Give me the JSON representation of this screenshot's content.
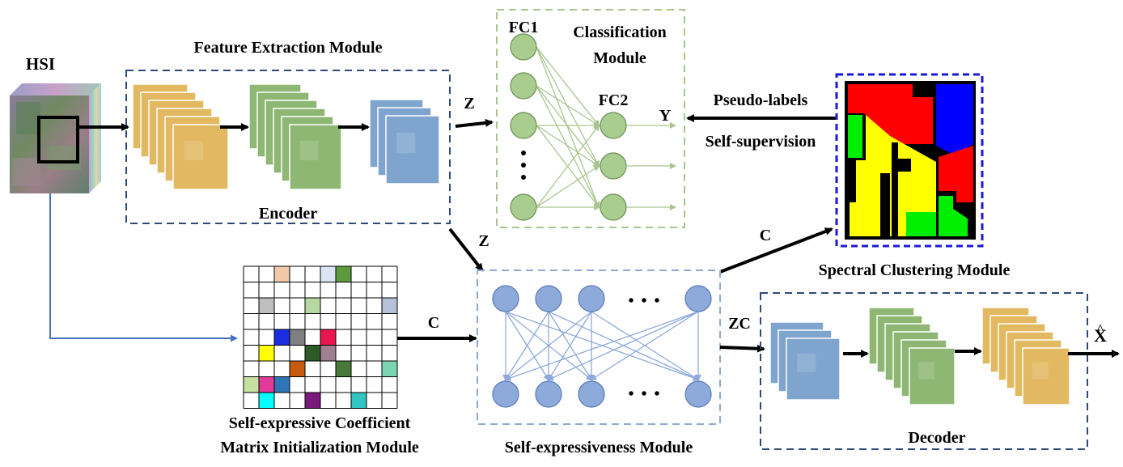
{
  "labels": {
    "hsi": "HSI",
    "feature_extraction": "Feature Extraction Module",
    "encoder": "Encoder",
    "classification_1": "Classification",
    "classification_2": "Module",
    "fc1": "FC1",
    "fc2": "FC2",
    "y": "Y",
    "z_top": "Z",
    "z_mid": "Z",
    "pseudo_labels": "Pseudo-labels",
    "self_supervision": "Self-supervision",
    "c_spectral": "C",
    "spectral_clustering": "Spectral Clustering Module",
    "c_left": "C",
    "zc": "ZC",
    "x_hat": "X",
    "x_hat_accent": "^",
    "decoder": "Decoder",
    "self_expr": "Self-expressiveness Module",
    "coef_1": "Self-expressive Coefficient",
    "coef_2": "Matrix Initialization Module",
    "dots_h_top": "• • •",
    "dots_h_bottom": "• • •"
  },
  "colors": {
    "dashed_blue": "#2e4a7a",
    "dashed_green": "#a9c58e",
    "dashed_lightblue": "#8eaad0",
    "spectral_border": "#1a1ad6",
    "node_green": "#a9cd8f",
    "node_blue": "#8eaadb",
    "feature_yellow": "#e2b860",
    "feature_green": "#8fb774",
    "feature_blue": "#7fa5ce",
    "arrow_blue": "#4472c4"
  },
  "coefficient_matrix": {
    "rows": 9,
    "cols": 10,
    "cells": [
      {
        "r": 0,
        "c": 2,
        "color": "#f3c8a8"
      },
      {
        "r": 0,
        "c": 5,
        "color": "#dbe4f4"
      },
      {
        "r": 0,
        "c": 6,
        "color": "#5c9a3c"
      },
      {
        "r": 2,
        "c": 1,
        "color": "#bfbfbf"
      },
      {
        "r": 2,
        "c": 4,
        "color": "#b5d9a0"
      },
      {
        "r": 2,
        "c": 9,
        "color": "#b4c1d8"
      },
      {
        "r": 4,
        "c": 2,
        "color": "#1a2ee0"
      },
      {
        "r": 4,
        "c": 3,
        "color": "#808080"
      },
      {
        "r": 4,
        "c": 5,
        "color": "#e8154e"
      },
      {
        "r": 5,
        "c": 1,
        "color": "#ffff00"
      },
      {
        "r": 5,
        "c": 4,
        "color": "#2d5a27"
      },
      {
        "r": 5,
        "c": 5,
        "color": "#a08090"
      },
      {
        "r": 6,
        "c": 3,
        "color": "#c55a11"
      },
      {
        "r": 6,
        "c": 6,
        "color": "#4a7a3a"
      },
      {
        "r": 6,
        "c": 9,
        "color": "#7ad6b0"
      },
      {
        "r": 7,
        "c": 0,
        "color": "#c5e0a0"
      },
      {
        "r": 7,
        "c": 1,
        "color": "#e23a9a"
      },
      {
        "r": 7,
        "c": 2,
        "color": "#2e75b6"
      },
      {
        "r": 8,
        "c": 1,
        "color": "#00ffff"
      },
      {
        "r": 8,
        "c": 4,
        "color": "#7a1a7a"
      },
      {
        "r": 8,
        "c": 7,
        "color": "#33c4c4"
      }
    ]
  }
}
